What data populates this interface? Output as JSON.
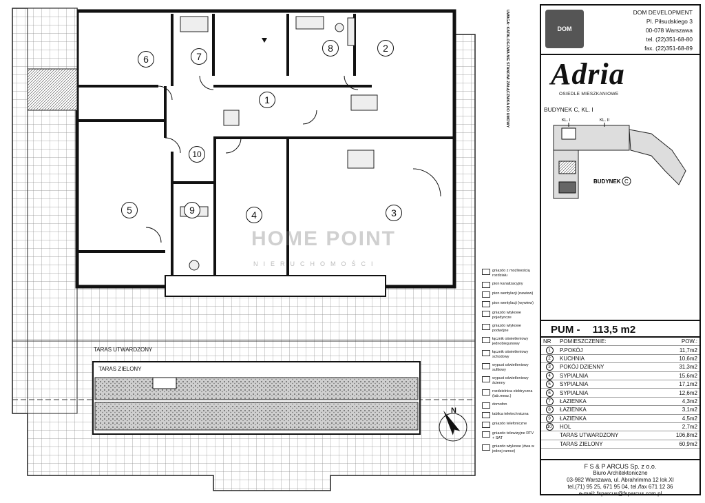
{
  "developer": {
    "logo_text": "DOM",
    "name": "DOM DEVELOPMENT",
    "address": "Pl. Piłsudskiego 3",
    "city": "00-078 Warszawa",
    "tel": "tel. (22)351-68-80",
    "fax": "fax. (22)351-68-89"
  },
  "project": {
    "name": "Adria",
    "subtitle": "OSIEDLE MIESZKANIOWE",
    "building": "BUDYNEK C, KL. I",
    "building_label": "BUDYNEK",
    "building_letter": "C",
    "kl1": "KL. I",
    "kl2": "KL. II"
  },
  "summary": {
    "pum_label": "PUM -",
    "pum_value": "113,5 m2"
  },
  "table": {
    "headers": [
      "NR",
      "POMIESZCZENIE:",
      "POW.:"
    ],
    "rows": [
      {
        "nr": "1",
        "name": "P.POKÓJ",
        "area": "11,7m2"
      },
      {
        "nr": "2",
        "name": "KUCHNIA",
        "area": "10,6m2"
      },
      {
        "nr": "3",
        "name": "POKÓJ DZIENNY",
        "area": "31,3m2"
      },
      {
        "nr": "4",
        "name": "SYPIALNIA",
        "area": "15,6m2"
      },
      {
        "nr": "5",
        "name": "SYPIALNIA",
        "area": "17,1m2"
      },
      {
        "nr": "6",
        "name": "SYPIALNIA",
        "area": "12,6m2"
      },
      {
        "nr": "7",
        "name": "ŁAZIENKA",
        "area": "4,3m2"
      },
      {
        "nr": "8",
        "name": "ŁAZIENKA",
        "area": "3,1m2"
      },
      {
        "nr": "9",
        "name": "ŁAZIENKA",
        "area": "4,5m2"
      },
      {
        "nr": "10",
        "name": "HOL",
        "area": "2,7m2"
      },
      {
        "nr": "",
        "name": "TARAS UTWARDZONY",
        "area": "106,8m2"
      },
      {
        "nr": "",
        "name": "TARAS ZIELONY",
        "area": "60,9m2"
      }
    ]
  },
  "architect": {
    "firm": "F S & P  ARCUS Sp. z o.o.",
    "office": "Biuro Architektoniczne",
    "address": "03-982 Warszawa, ul. Abrahrimma 12 lok.XI",
    "tel": "tel.(71) 95 25, 671 95 04, tel./fax 671 12 36",
    "email": "e-mail: fsparcus@fsparcus.com.pl"
  },
  "plan": {
    "terrace_hard": "TARAS UTWARDZONY",
    "terrace_green": "TARAS ZIELONY",
    "room_numbers": [
      "1",
      "2",
      "3",
      "4",
      "5",
      "6",
      "7",
      "8",
      "9",
      "10"
    ],
    "watermark": "HOME POINT",
    "watermark_sub": "NIERUCHOMOŚCI",
    "note_title": "UWAGA: KATALOGOWA NIE STANOWI ZAŁĄCZNIKA DO UMOWY",
    "north": "N"
  },
  "legend": [
    "gniazdo z możliwością rozdziału",
    "pion kanalizacyjny",
    "pion wentylacji (nawiew)",
    "pion wentylacji (wywiew)",
    "gniazdo wtykowe pojedyncze",
    "gniazdo wtykowe podwójne",
    "łącznik oświetleniowy jednobiegunowy",
    "łącznik oświetleniowy schodowy",
    "wypust oświetleniowy sufitowy",
    "wypust oświetleniowy ścienny",
    "rozdzielnica elektryczna (tab.mesz.)",
    "domofon",
    "tablica teletechniczna",
    "gniazdo telefoniczne",
    "gniazdo telewizyjne RTV + SAT",
    "gniazdo wtykowe (dwa w jednej ramce)"
  ]
}
